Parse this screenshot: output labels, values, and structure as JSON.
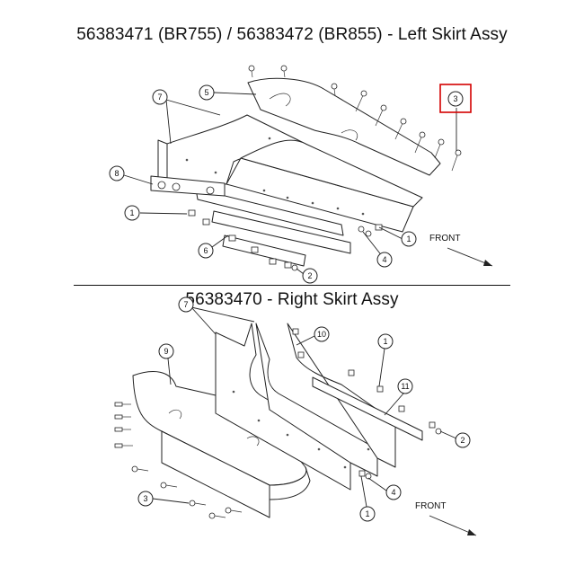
{
  "titles": {
    "left_skirt": "56383471 (BR755) / 56383472 (BR855) - Left Skirt Assy",
    "right_skirt": "56383470 - Right Skirt Assy"
  },
  "left_assembly": {
    "callouts": [
      "7",
      "5",
      "3",
      "8",
      "1",
      "6",
      "1",
      "4",
      "2"
    ],
    "highlighted_callout": "3",
    "front_label": "FRONT"
  },
  "right_assembly": {
    "callouts": [
      "7",
      "10",
      "9",
      "1",
      "11",
      "2",
      "4",
      "1",
      "3"
    ],
    "front_label": "FRONT"
  },
  "colors": {
    "highlight": "#d40000",
    "line": "#222222"
  }
}
